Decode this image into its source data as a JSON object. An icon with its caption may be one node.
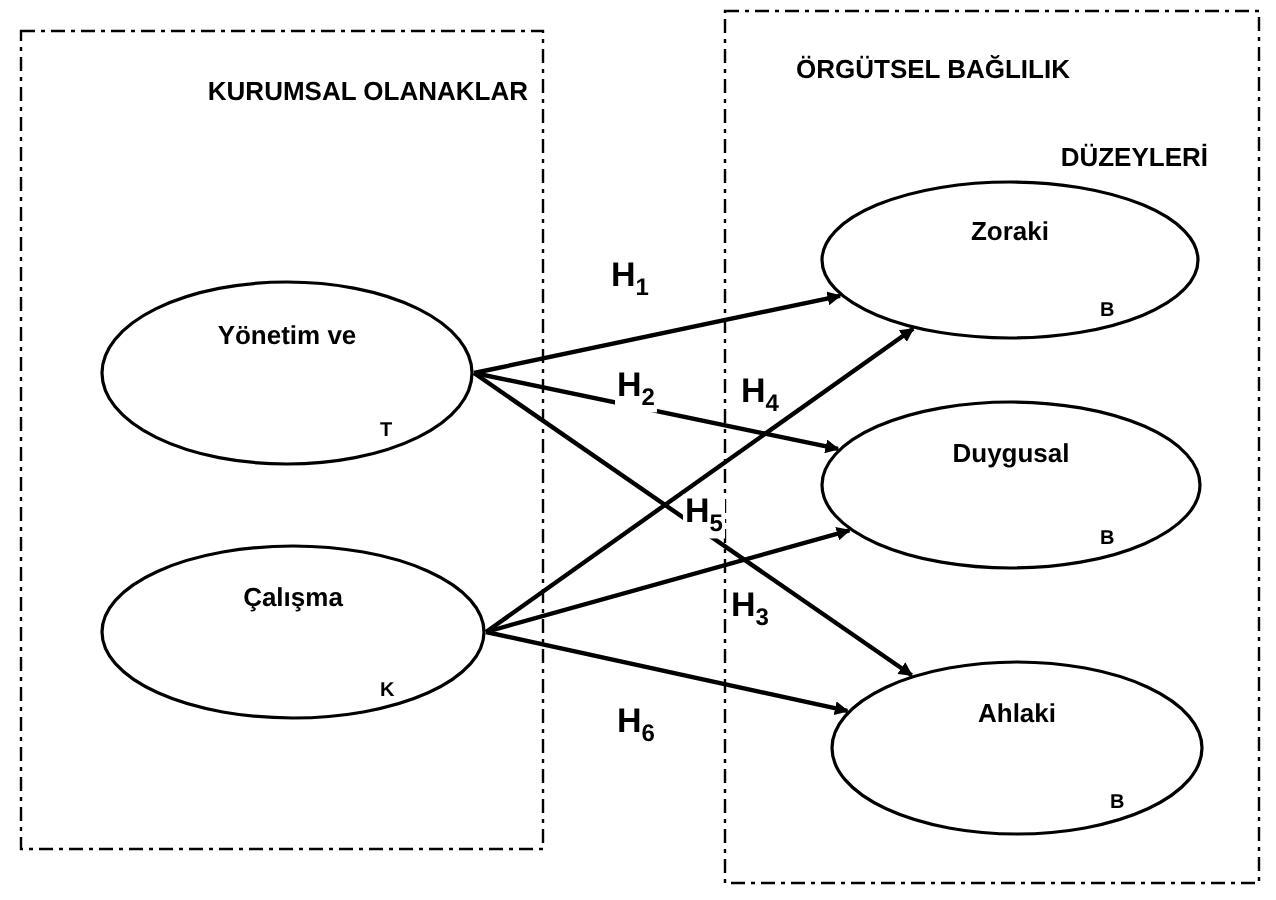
{
  "diagram": {
    "nodes": [
      {
        "text": [
          "KURUMSAL OLANAKLAR"
        ]
      },
      {
        "text": [
          "ÖRGÜTSEL BAĞLILIK DÜZEYLERİ"
        ]
      },
      {
        "text": [
          "Yönetim ve",
          "T"
        ],
        "in": 0
      },
      {
        "text": [
          "Çalışma",
          "K"
        ],
        "in": 0
      },
      {
        "text": [
          "Zoraki",
          "B"
        ],
        "in": 1
      },
      {
        "text": [
          "Duygusal",
          "B"
        ],
        "in": 1
      },
      {
        "text": [
          "Ahlaki",
          "B"
        ],
        "in": 1
      }
    ],
    "edges": [
      {
        "from": 2,
        "to": 4,
        "arrow": "to",
        "label": "H$_{1}$"
      },
      {
        "from": 2,
        "to": 5,
        "arrow": "to",
        "label": "H$_{2}$"
      },
      {
        "from": 2,
        "to": 6,
        "arrow": "to",
        "label": "H$_{3}$"
      },
      {
        "from": 3,
        "to": 4,
        "arrow": "to",
        "label": "H$_{4}$"
      },
      {
        "from": 3,
        "to": 5,
        "arrow": "to",
        "label": "H$_{5}$"
      },
      {
        "from": 3,
        "to": 6,
        "arrow": "to",
        "label": "H$_{6}$"
      }
    ]
  }
}
